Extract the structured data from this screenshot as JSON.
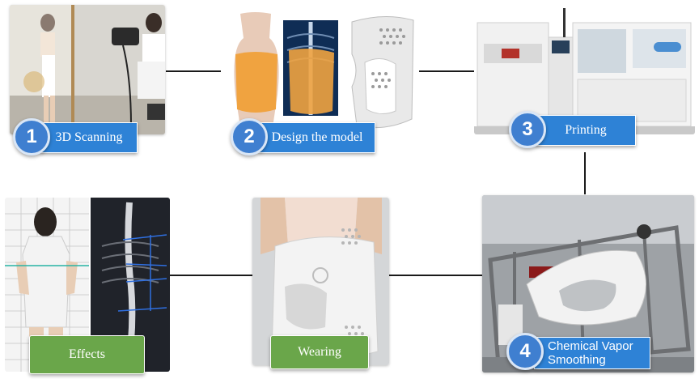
{
  "steps": [
    {
      "number": "1",
      "label": "3D Scanning"
    },
    {
      "number": "2",
      "label": "Design the model"
    },
    {
      "number": "3",
      "label": "Printing"
    },
    {
      "number": "4",
      "label_line1": "Chemical Vapor",
      "label_line2": "Smoothing"
    }
  ],
  "outcomes": {
    "wearing_label": "Wearing",
    "effects_label": "Effects"
  },
  "colors": {
    "badge_blue": "#3f7fd0",
    "label_blue": "#2e82d6",
    "label_green": "#6aa64a",
    "brace_orange": "#f0a340",
    "brace_white": "#eeeeee"
  }
}
